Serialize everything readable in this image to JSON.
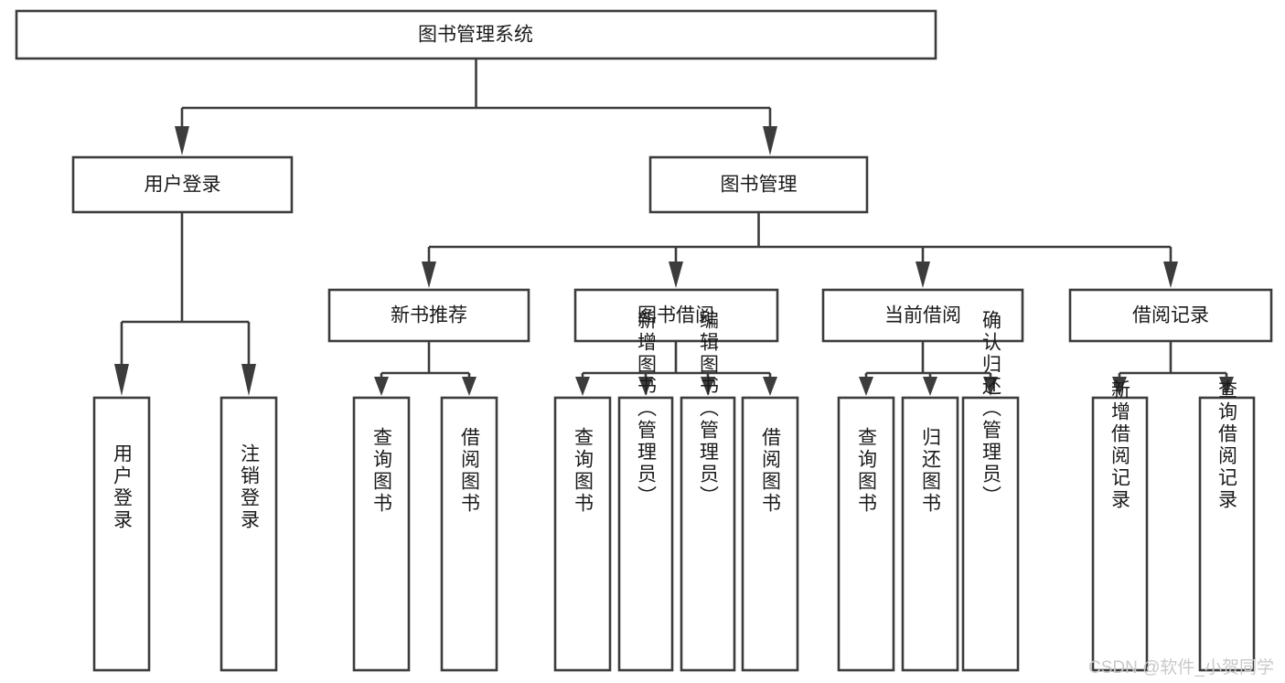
{
  "diagram": {
    "type": "tree-hierarchy-chart",
    "title": "图书管理系统",
    "watermark": "CSDN @软件_小贺同学",
    "colors": {
      "background": "#ffffff",
      "box_stroke": "#3c3c3c",
      "box_fill": "#ffffff",
      "text": "#1a1a1a",
      "watermark_text": "#c9c9c9"
    },
    "levels": {
      "level1": [
        {
          "id": "root",
          "label": "图书管理系统",
          "orientation": "horizontal"
        }
      ],
      "level2": [
        {
          "id": "user-login",
          "label": "用户登录",
          "orientation": "horizontal",
          "parent": "root"
        },
        {
          "id": "book-manage",
          "label": "图书管理",
          "orientation": "horizontal",
          "parent": "root"
        }
      ],
      "level3": [
        {
          "id": "new-book-rec",
          "label": "新书推荐",
          "orientation": "horizontal",
          "parent": "book-manage"
        },
        {
          "id": "book-borrow",
          "label": "图书借阅",
          "orientation": "horizontal",
          "parent": "book-manage"
        },
        {
          "id": "current-borrow",
          "label": "当前借阅",
          "orientation": "horizontal",
          "parent": "book-manage"
        },
        {
          "id": "borrow-record",
          "label": "借阅记录",
          "orientation": "horizontal",
          "parent": "book-manage"
        }
      ],
      "level4": [
        {
          "id": "leaf-1",
          "label": "用户登录",
          "orientation": "vertical",
          "parent": "user-login"
        },
        {
          "id": "leaf-2",
          "label": "注销登录",
          "orientation": "vertical",
          "parent": "user-login"
        },
        {
          "id": "leaf-3",
          "label": "查询图书",
          "orientation": "vertical",
          "parent": "new-book-rec"
        },
        {
          "id": "leaf-4",
          "label": "借阅图书",
          "orientation": "vertical",
          "parent": "new-book-rec"
        },
        {
          "id": "leaf-5",
          "label": "查询图书",
          "orientation": "vertical",
          "parent": "book-borrow"
        },
        {
          "id": "leaf-6",
          "label": "新增图书（管理员）",
          "orientation": "vertical",
          "parent": "book-borrow"
        },
        {
          "id": "leaf-7",
          "label": "编辑图书（管理员）",
          "orientation": "vertical",
          "parent": "book-borrow"
        },
        {
          "id": "leaf-8",
          "label": "借阅图书",
          "orientation": "vertical",
          "parent": "book-borrow"
        },
        {
          "id": "leaf-9",
          "label": "查询图书",
          "orientation": "vertical",
          "parent": "current-borrow"
        },
        {
          "id": "leaf-10",
          "label": "归还图书",
          "orientation": "vertical",
          "parent": "current-borrow"
        },
        {
          "id": "leaf-11",
          "label": "确认归还（管理员）",
          "orientation": "vertical",
          "parent": "current-borrow"
        },
        {
          "id": "leaf-12",
          "label": "新增借阅记录",
          "orientation": "vertical",
          "parent": "borrow-record"
        },
        {
          "id": "leaf-13",
          "label": "查询借阅记录",
          "orientation": "vertical",
          "parent": "borrow-record"
        }
      ]
    }
  }
}
